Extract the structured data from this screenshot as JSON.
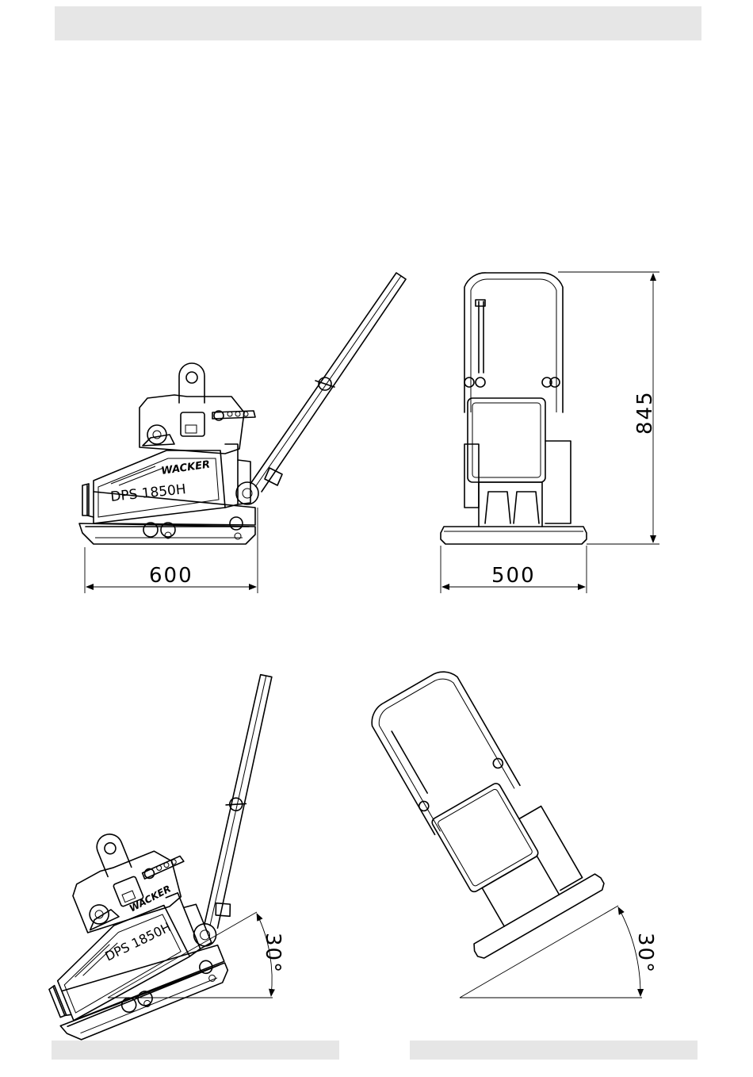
{
  "header": {
    "title": ""
  },
  "views": {
    "side": {
      "brand": "WACKER",
      "model": "DPS 1850H",
      "width_dim": "600"
    },
    "front": {
      "width_dim": "500",
      "height_dim": "845"
    },
    "side_tilted": {
      "brand": "WACKER",
      "model": "DPS 1850H",
      "angle": "30°"
    },
    "front_tilted": {
      "angle": "30°"
    }
  },
  "footer": {
    "left": "",
    "right": ""
  }
}
